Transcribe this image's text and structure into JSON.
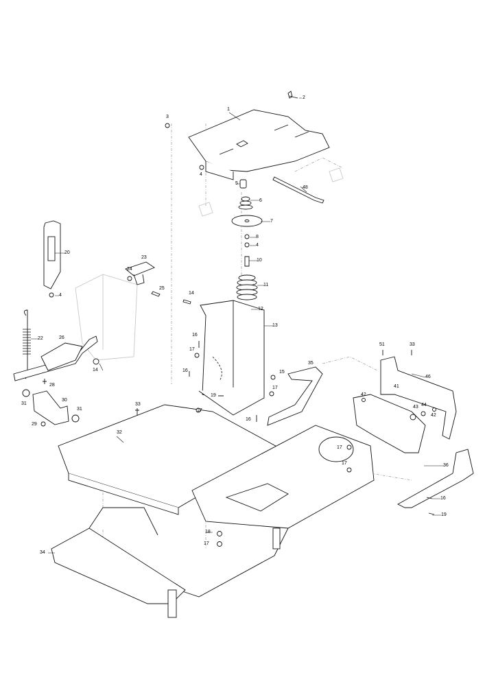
{
  "diagram": {
    "title": "Exploded parts diagram - chassis frame and seat mount",
    "callouts": [
      "1",
      "2",
      "3",
      "4",
      "5",
      "48",
      "6",
      "7",
      "8",
      "4",
      "10",
      "20",
      "23",
      "24",
      "25",
      "11",
      "14",
      "12",
      "4",
      "13",
      "22",
      "26",
      "16",
      "14",
      "17",
      "51",
      "33",
      "35",
      "15",
      "16",
      "28",
      "46",
      "17",
      "19",
      "42",
      "41",
      "44",
      "43",
      "42",
      "31",
      "30",
      "31",
      "33",
      "17",
      "16",
      "29",
      "32",
      "17",
      "36",
      "16",
      "19",
      "18",
      "17",
      "34",
      "17"
    ]
  }
}
